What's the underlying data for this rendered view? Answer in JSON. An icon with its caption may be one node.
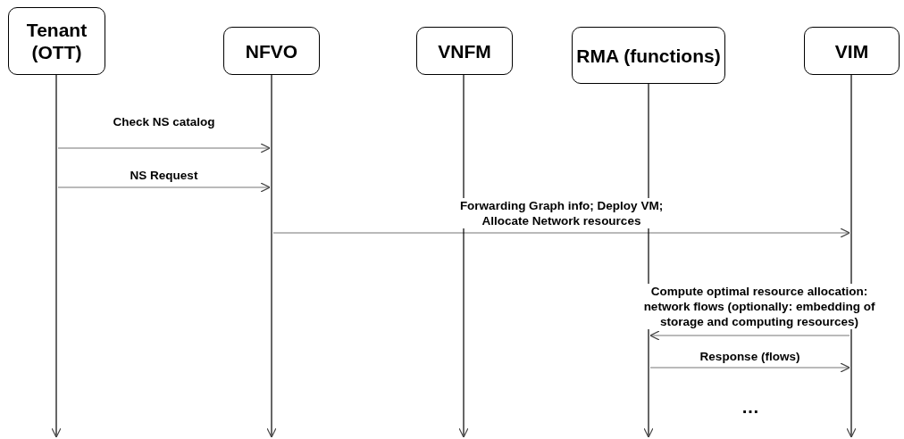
{
  "diagram": {
    "nodes": [
      {
        "text": [
          "Tenant (OTT)"
        ]
      },
      {
        "text": [
          "NFVO"
        ]
      },
      {
        "text": [
          "VNFM"
        ]
      },
      {
        "text": [
          "RMA (functions)"
        ]
      },
      {
        "text": [
          "VIM"
        ]
      },
      {
        "text": [],
        "shape": "line"
      },
      {
        "text": [],
        "shape": "line"
      },
      {
        "text": [],
        "shape": "line"
      },
      {
        "text": [],
        "shape": "line"
      },
      {
        "text": [],
        "shape": "line"
      }
    ],
    "edges": [
      {
        "from": 5,
        "to": 6,
        "arrow": "to",
        "label": "Check NS catalog",
        "color": "#777777"
      },
      {
        "from": 5,
        "to": 6,
        "arrow": "to",
        "label": "NS Request",
        "color": "#777777"
      },
      {
        "from": 6,
        "to": 9,
        "arrow": "to",
        "label": "Forwarding Graph info; Deploy VM; Allocate Network resources",
        "color": "#777777"
      },
      {
        "from": 9,
        "to": 8,
        "arrow": "to",
        "label": "Compute optimal resource allocation: network flows (optionally: embedding of storage and computing resources)",
        "color": "#777777"
      },
      {
        "from": 8,
        "to": 9,
        "arrow": "to",
        "label": "Response (flows)",
        "color": "#777777"
      }
    ],
    "labels": [
      "…"
    ]
  }
}
